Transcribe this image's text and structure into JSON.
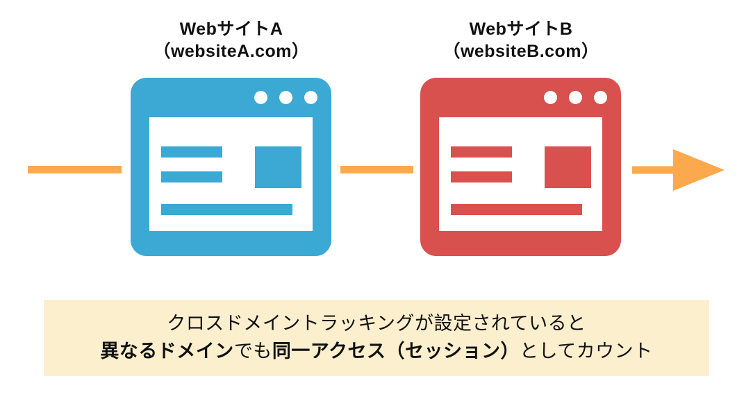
{
  "colors": {
    "site_a": "#3BA9D4",
    "site_b": "#D8514F",
    "arrow": "#FBA94C",
    "caption_background": "#FCEFCE",
    "text": "#111111",
    "window_inner": "#FFFFFF"
  },
  "sites": [
    {
      "id": "a",
      "name_line1": "WebサイトA",
      "name_line2": "（websiteA.com）",
      "accent": "#3BA9D4",
      "dots": [
        "dot-1",
        "dot-2",
        "dot-3"
      ]
    },
    {
      "id": "b",
      "name_line1": "WebサイトB",
      "name_line2": "（websiteB.com）",
      "accent": "#D8514F",
      "dots": [
        "dot-1",
        "dot-2",
        "dot-3"
      ]
    }
  ],
  "connectors": {
    "left_label": "flow-line-left",
    "middle_label": "flow-line-middle",
    "arrow_label": "flow-arrow-right"
  },
  "caption": {
    "line1": "クロスドメイントラッキングが設定されていると",
    "line2_part1": "異なるドメイン",
    "line2_part2": "でも",
    "line2_part3": "同一アクセス（セッション）",
    "line2_part4": "としてカウント"
  }
}
